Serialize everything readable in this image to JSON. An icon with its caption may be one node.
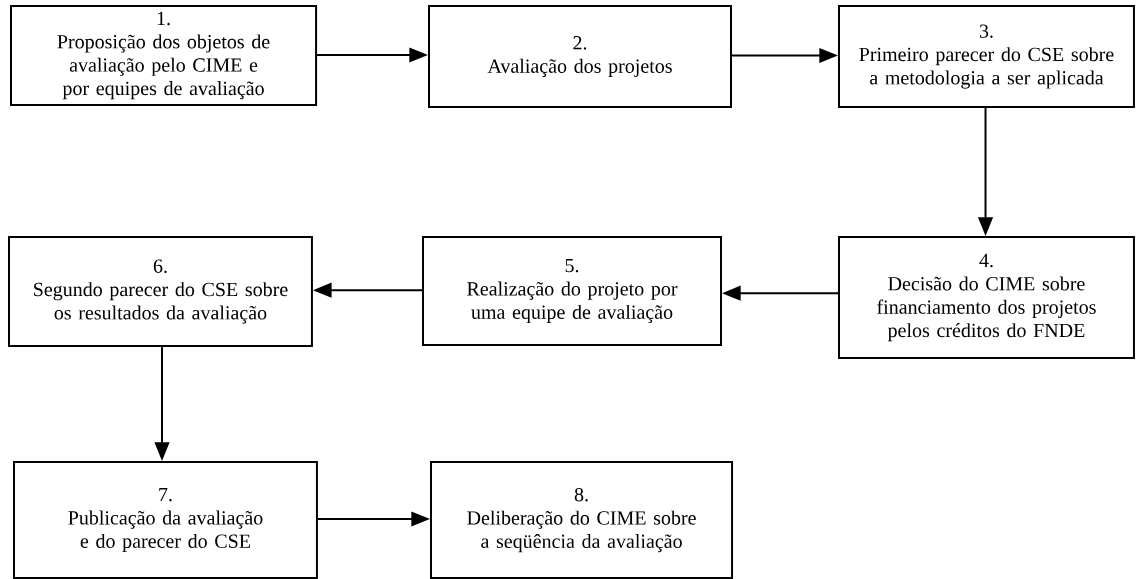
{
  "diagram": {
    "nodes": [
      {
        "text": [
          "1.",
          "Proposição dos objetos de avaliação pelo CIME e por equipes de avaliação"
        ]
      },
      {
        "text": [
          "2.",
          "Avaliação dos projetos"
        ]
      },
      {
        "text": [
          "3.",
          "Primeiro parecer do CSE sobre a metodologia a ser aplicada"
        ]
      },
      {
        "text": [
          "4.",
          "Decisão do CIME sobre financiamento dos projetos pelos créditos do FNDE"
        ]
      },
      {
        "text": [
          "5.",
          "Realização do projeto por uma equipe de avaliação"
        ]
      },
      {
        "text": [
          "6.",
          "Segundo parecer do CSE sobre os resultados da avaliação"
        ]
      },
      {
        "text": [
          "7.",
          "Publicação da avaliação e do parecer do CSE"
        ]
      },
      {
        "text": [
          "8.",
          "Deliberação do CIME sobre a seqüência da avaliação"
        ]
      }
    ],
    "edges": [
      {
        "from": 0,
        "to": 1,
        "arrow": "to"
      },
      {
        "from": 1,
        "to": 2,
        "arrow": "to"
      },
      {
        "from": 2,
        "to": 3,
        "arrow": "to"
      },
      {
        "from": 3,
        "to": 4,
        "arrow": "to"
      },
      {
        "from": 4,
        "to": 5,
        "arrow": "to"
      },
      {
        "from": 5,
        "to": 6,
        "arrow": "to"
      },
      {
        "from": 6,
        "to": 7,
        "arrow": "to"
      }
    ]
  }
}
